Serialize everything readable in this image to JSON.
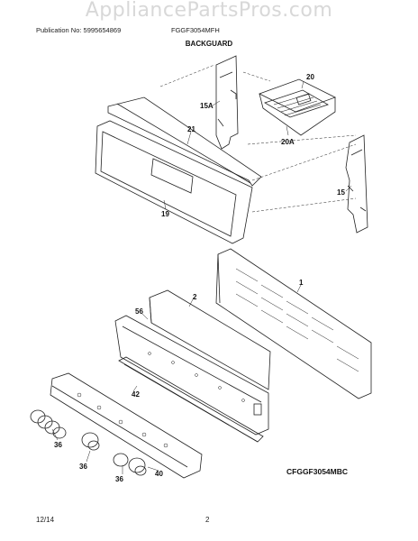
{
  "watermark": "AppliancePartsPros.com",
  "header": {
    "publication": "Publication No: 5995654869",
    "model": "FGGF3054MFH"
  },
  "section_title": "BACKGUARD",
  "callouts": {
    "c20": "20",
    "c15a": "15A",
    "c20a": "20A",
    "c21": "21",
    "c15": "15",
    "c19": "19",
    "c1": "1",
    "c2": "2",
    "c56": "56",
    "c42": "42",
    "c36a": "36",
    "c36b": "36",
    "c36c": "36",
    "c40": "40"
  },
  "diagram_code": "CFGGF3054MBC",
  "footer": {
    "date": "12/14",
    "page": "2"
  }
}
